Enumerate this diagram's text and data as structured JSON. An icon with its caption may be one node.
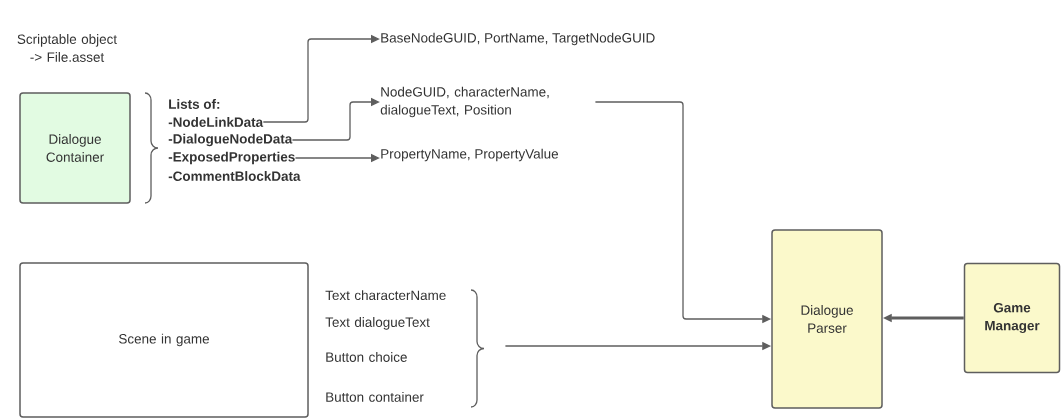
{
  "diagram": {
    "nodes": [
      {
        "text": [
          "Dialogue Container"
        ]
      },
      {
        "text": [
          "-NodeLinkData"
        ]
      },
      {
        "text": [
          "-DialogueNodeData"
        ]
      },
      {
        "text": [
          "-ExposedProperties"
        ]
      },
      {
        "text": [
          "BaseNodeGUID, PortName, TargetNodeGUID"
        ]
      },
      {
        "text": [
          "NodeGUID, characterName, dialogueText, Position"
        ]
      },
      {
        "text": [
          "PropertyName, PropertyValue"
        ]
      },
      {
        "text": [
          "Scene in game"
        ]
      },
      {
        "text": [
          "Text characterName",
          "Text dialogueText",
          "Button choice",
          "Button container"
        ]
      },
      {
        "text": [
          "Dialogue Parser"
        ]
      },
      {
        "text": [
          "Game Manager"
        ]
      }
    ],
    "edges": [
      {
        "from": 1,
        "to": 4,
        "arrow": "to"
      },
      {
        "from": 2,
        "to": 5,
        "arrow": "to"
      },
      {
        "from": 3,
        "to": 6,
        "arrow": "to"
      },
      {
        "from": 5,
        "to": 9,
        "arrow": "to"
      },
      {
        "from": 8,
        "to": 9,
        "arrow": "to"
      },
      {
        "from": 10,
        "to": 9,
        "arrow": "to",
        "style": "thick"
      }
    ],
    "labels": [
      "Scriptable object -> File.asset",
      "Lists of:",
      "-CommentBlockData"
    ]
  }
}
